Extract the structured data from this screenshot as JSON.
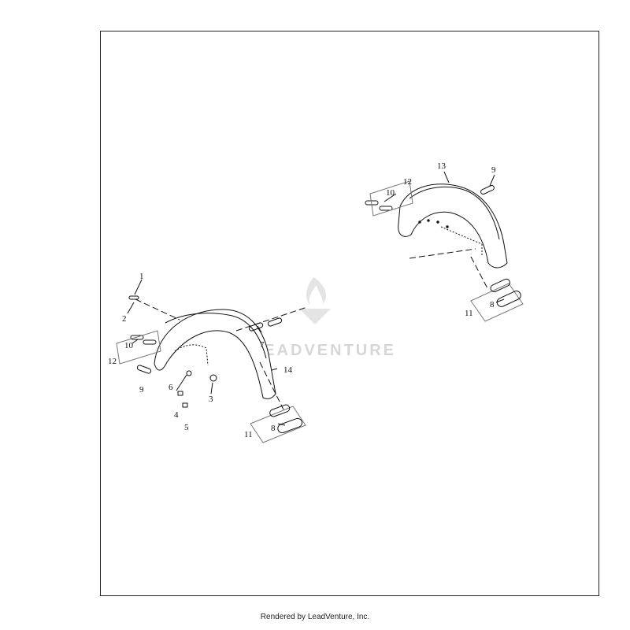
{
  "watermark": {
    "brand": "LEADVENTURE"
  },
  "callouts_front": {
    "c1": "1",
    "c2": "2",
    "c3": "3",
    "c4": "4",
    "c5": "5",
    "c6": "6",
    "c7": "7",
    "c8": "8",
    "c9": "9",
    "c10": "10",
    "c11": "11",
    "c12": "12",
    "c14": "14"
  },
  "callouts_rear": {
    "c8": "8",
    "c9": "9",
    "c10": "10",
    "c11": "11",
    "c12": "12",
    "c13": "13"
  },
  "footer": {
    "text": "Rendered by LeadVenture, Inc."
  }
}
